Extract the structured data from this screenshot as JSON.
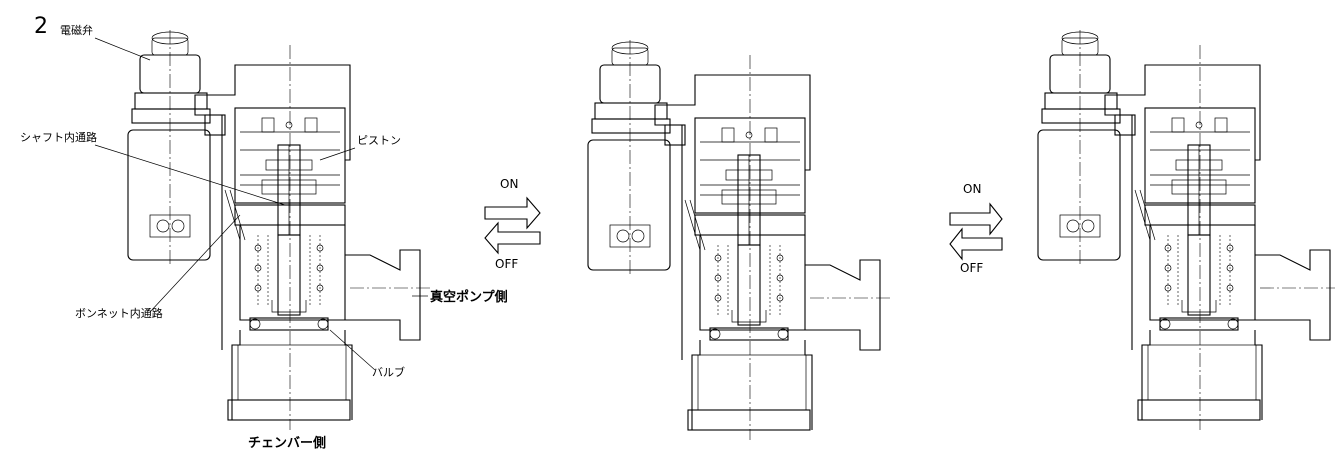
{
  "figure": {
    "number": "2",
    "states": [
      "valve-closed",
      "valve-opening",
      "valve-open"
    ]
  },
  "labels": {
    "solenoid_valve": "電磁弁",
    "shaft_passage": "シャフト内通路",
    "piston": "ピストン",
    "bonnet_passage": "ボンネット内通路",
    "vacuum_pump_side": "真空ポンプ側",
    "valve": "バルブ",
    "chamber_side": "チェンバー側"
  },
  "transitions": [
    {
      "on": "ON",
      "off": "OFF"
    },
    {
      "on": "ON",
      "off": "OFF"
    }
  ]
}
